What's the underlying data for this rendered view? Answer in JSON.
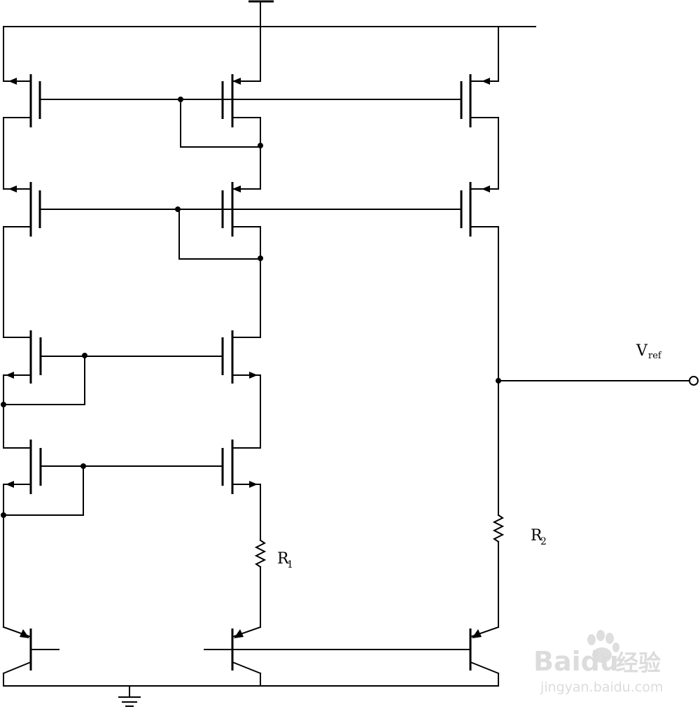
{
  "labels": {
    "vref_main": "V",
    "vref_sub": "ref",
    "r1_main": "R",
    "r1_sub": "1",
    "r2_main": "R",
    "r2_sub": "2"
  },
  "watermark": {
    "brand": "Baidu",
    "brand_cn": "经验",
    "url": "jingyan.baidu.com"
  }
}
